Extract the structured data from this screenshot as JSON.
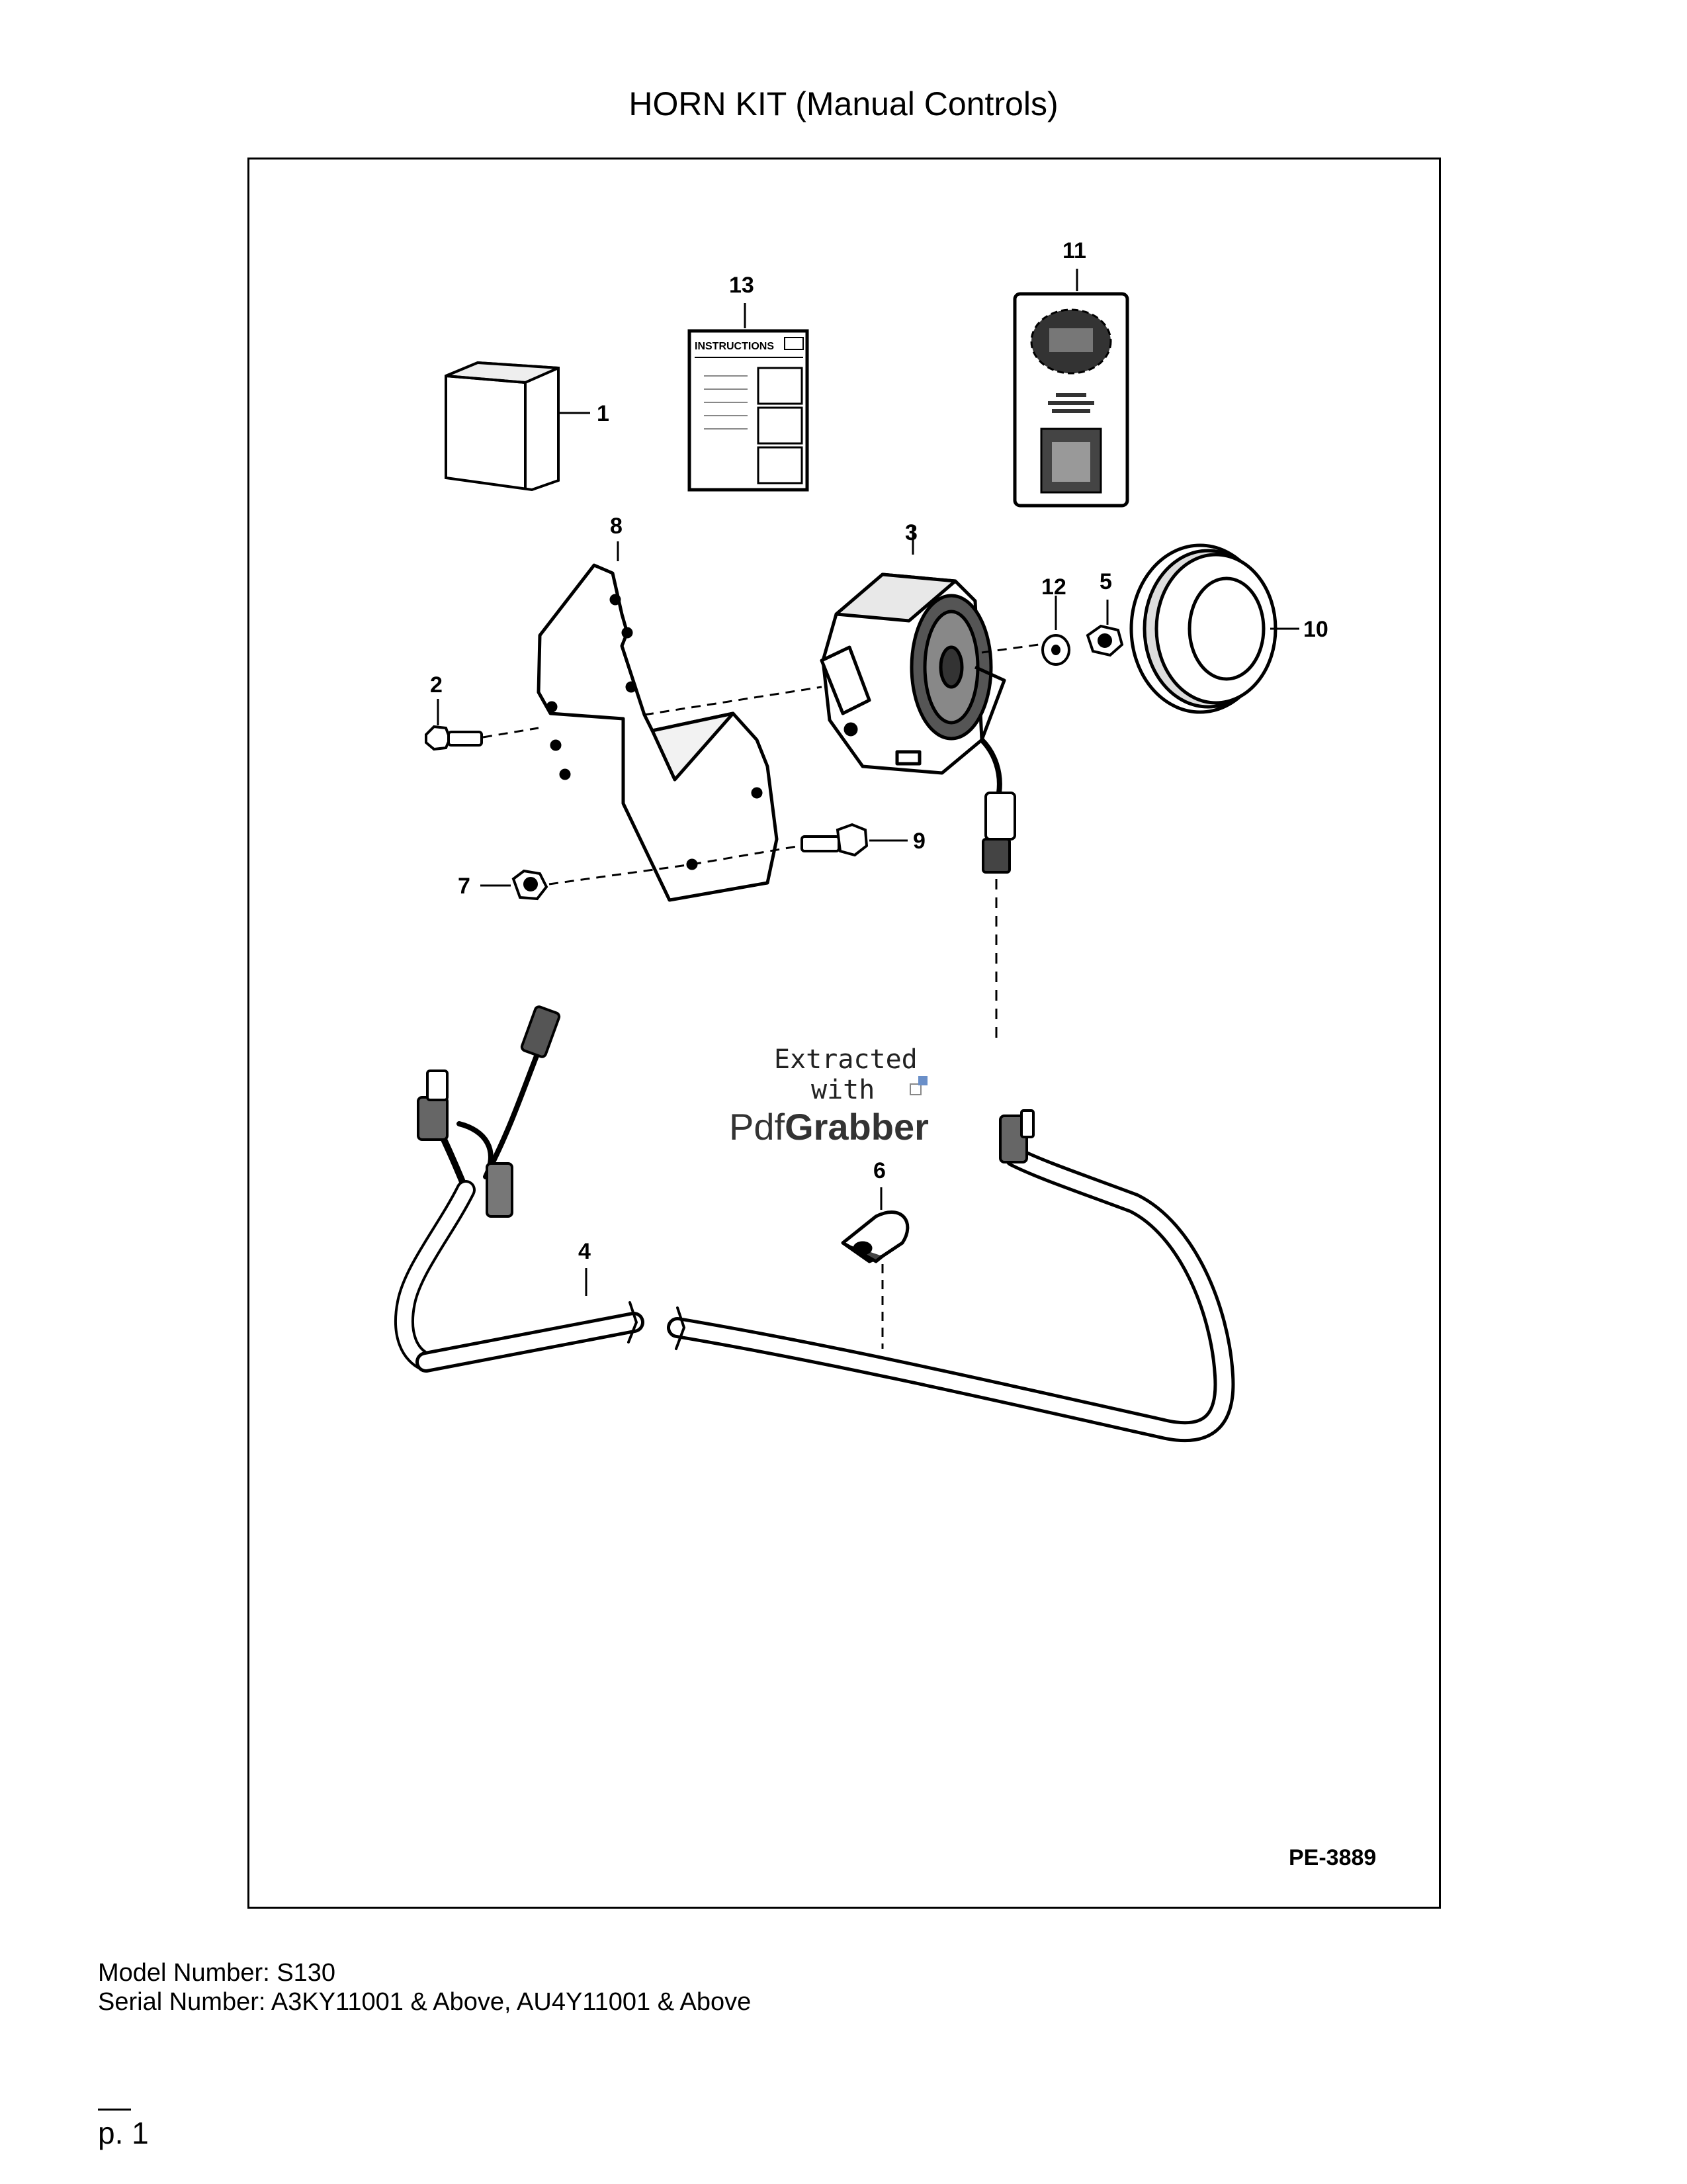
{
  "title": "HORN KIT (Manual Controls)",
  "figure": {
    "code": "PE-3889",
    "instructions_label": "INSTRUCTIONS",
    "callouts": [
      "1",
      "2",
      "3",
      "4",
      "5",
      "6",
      "7",
      "8",
      "9",
      "10",
      "11",
      "12",
      "13"
    ]
  },
  "watermark": {
    "line1": "Extracted",
    "line2": "with",
    "brand_prefix": "Pdf",
    "brand_suffix": "Grabber"
  },
  "footer": {
    "model": "Model Number: S130",
    "serial": "Serial Number: A3KY11001 & Above, AU4Y11001 & Above",
    "page": "p. 1"
  }
}
